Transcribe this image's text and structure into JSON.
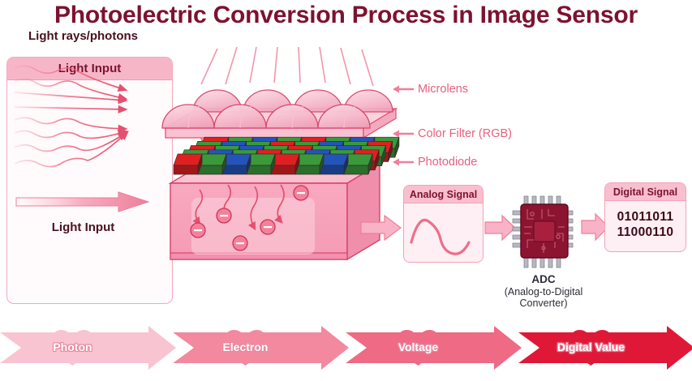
{
  "header": {
    "title": "Photoelectric Conversion Process in Image Sensor"
  },
  "light_panel": {
    "header": "Light Input",
    "subtitle": "Light rays/photons",
    "footer": "Light Input"
  },
  "sensor": {
    "callouts": [
      {
        "label": "Microlens"
      },
      {
        "label": "Color Filter (RGB)"
      },
      {
        "label": "Photodiode"
      }
    ],
    "filter_colors": {
      "red": "#e02020",
      "green": "#3a9a3a",
      "blue": "#2255bb"
    },
    "bayer_rows": [
      [
        "red",
        "green",
        "blue",
        "green",
        "red",
        "green",
        "blue",
        "green"
      ],
      [
        "green",
        "blue",
        "green",
        "red",
        "green",
        "blue",
        "green",
        "red"
      ],
      [
        "red",
        "green",
        "blue",
        "green",
        "red",
        "green",
        "blue",
        "green"
      ],
      [
        "green",
        "blue",
        "green",
        "red",
        "green",
        "blue",
        "green",
        "red"
      ],
      [
        "red",
        "green",
        "blue",
        "green",
        "red",
        "green",
        "blue",
        "green"
      ]
    ],
    "electron_symbol": "−"
  },
  "analog": {
    "title": "Analog Signal"
  },
  "adc": {
    "name": "ADC",
    "caption_line1": "(Analog-to-Digital",
    "caption_line2": "Converter)"
  },
  "digital": {
    "title": "Digital Signal",
    "bits_line1": "01011011",
    "bits_line2": "11000110"
  },
  "flow": {
    "steps": [
      {
        "label": "Photon",
        "color": "#f9c4d2"
      },
      {
        "label": "Electron",
        "color": "#f2899f"
      },
      {
        "label": "Voltage",
        "color": "#ee6a85"
      },
      {
        "label": "Digital Value",
        "color": "#e01838"
      }
    ]
  },
  "colors": {
    "title": "#7d1230",
    "accent_pink": "#ef7e9a",
    "panel_border": "#f4a8bd",
    "adc_body": "#8c1430"
  }
}
